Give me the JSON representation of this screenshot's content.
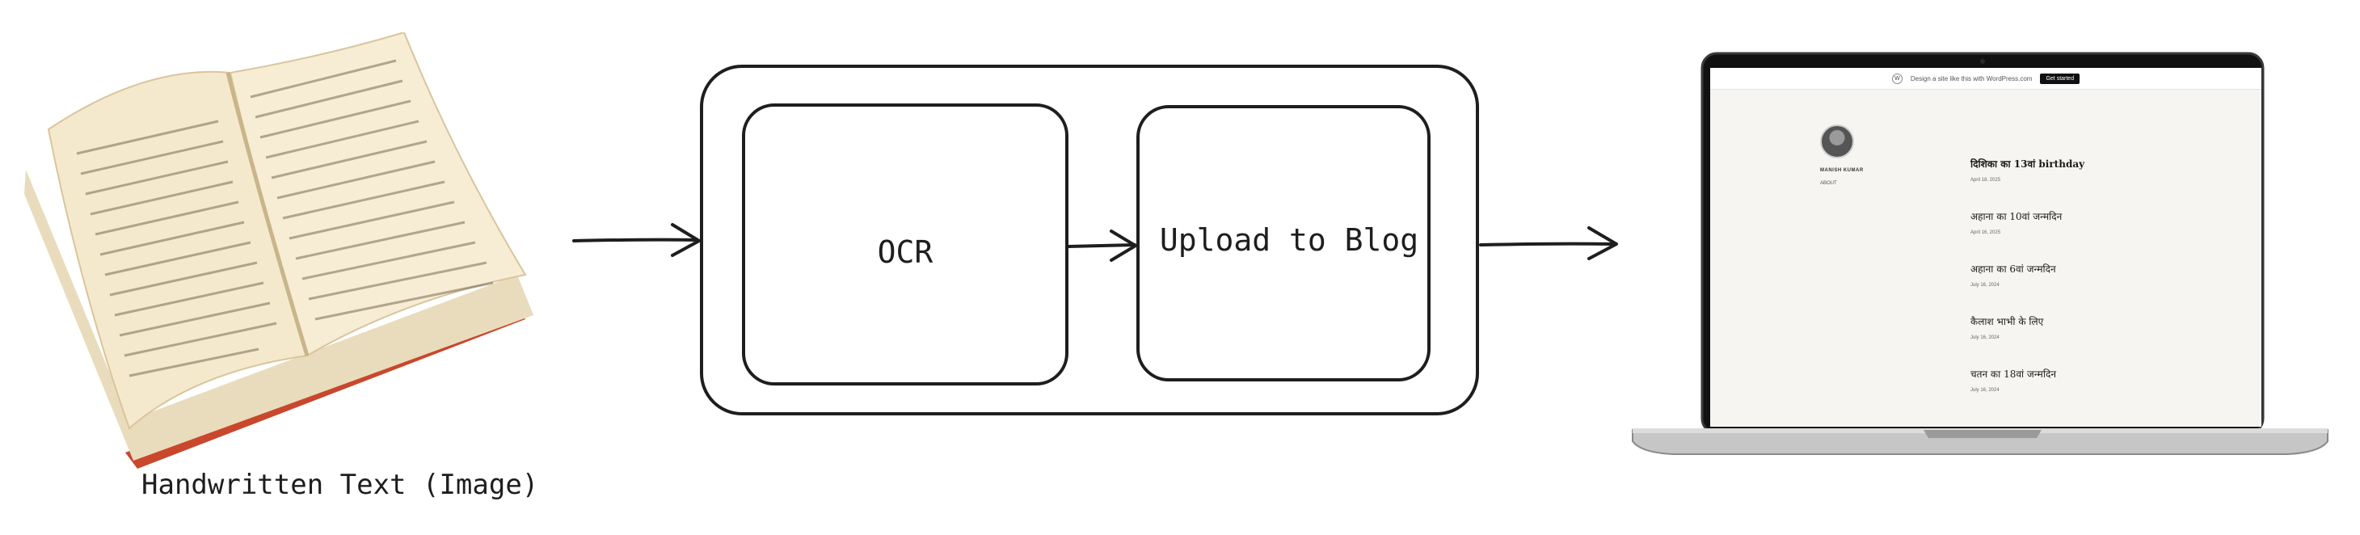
{
  "source": {
    "caption": "Handwritten Text (Image)",
    "icon": "open-book-image"
  },
  "pipeline": {
    "steps": [
      {
        "label": "OCR"
      },
      {
        "label": "Upload to Blog"
      }
    ]
  },
  "output": {
    "icon": "laptop",
    "blog": {
      "notice_text": "Design a site like this with WordPress.com",
      "notice_button": "Get started",
      "author_name": "MANISH KUMAR",
      "author_link": "ABOUT",
      "posts": [
        {
          "title": "दिशिका का 13वां birthday",
          "date": "April 18, 2025"
        },
        {
          "title": "अहाना का 10वां जन्मदिन",
          "date": "April 16, 2025"
        },
        {
          "title": "अहाना का 6वां जन्मदिन",
          "date": "July 16, 2024"
        },
        {
          "title": "कैलाश भाभी के लिए",
          "date": "July 16, 2024"
        },
        {
          "title": "चतन का 18वां जन्मदिन",
          "date": "July 16, 2024"
        }
      ]
    }
  },
  "colors": {
    "stroke": "#1e1e1e",
    "page_cream": "#f3e6c9",
    "book_cover": "#c9472c",
    "laptop_body": "#c6c6c6",
    "bezel": "#111111"
  }
}
